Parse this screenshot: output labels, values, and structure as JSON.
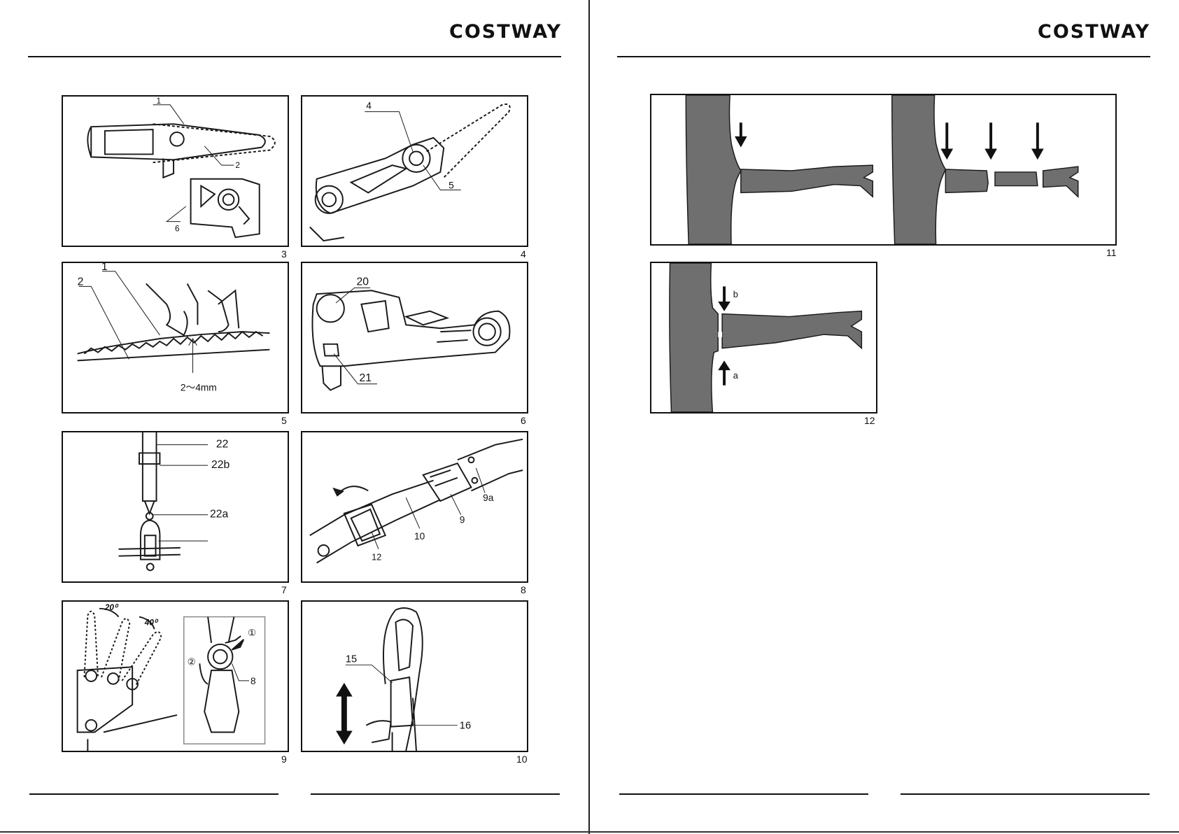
{
  "header": {
    "brand": "COSTWAY"
  },
  "figures": {
    "f3": {
      "number": "3",
      "callouts": [
        "1",
        "2",
        "6"
      ]
    },
    "f4": {
      "number": "4",
      "callouts": [
        "4",
        "5"
      ]
    },
    "f5": {
      "number": "5",
      "callouts": [
        "1",
        "2"
      ],
      "measure": "2～4mm"
    },
    "f6": {
      "number": "6",
      "callouts": [
        "20",
        "21"
      ]
    },
    "f7": {
      "number": "7",
      "callouts": [
        "22",
        "22b",
        "22a"
      ]
    },
    "f8": {
      "number": "8",
      "callouts": [
        "9a",
        "9",
        "10",
        "12"
      ]
    },
    "f9": {
      "number": "9",
      "angles": [
        "20⁰",
        "40⁰"
      ],
      "steps": [
        "①",
        "②"
      ],
      "callouts": [
        "8"
      ]
    },
    "f10": {
      "number": "10",
      "callouts": [
        "15",
        "16"
      ]
    },
    "f11": {
      "number": "11"
    },
    "f12": {
      "number": "12",
      "callouts": [
        "b",
        "a"
      ]
    }
  },
  "colors": {
    "ink": "#111111",
    "wood": "#6f6f6f",
    "outline": "#1a1a1a"
  }
}
